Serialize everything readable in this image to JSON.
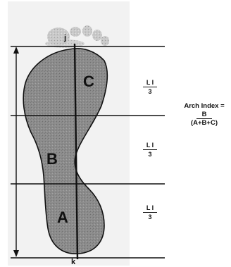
{
  "regions": {
    "a": "A",
    "b": "B",
    "c": "C"
  },
  "points": {
    "top": "j",
    "bottom": "k"
  },
  "fractions": [
    {
      "numerator": "L I",
      "denominator": "3"
    },
    {
      "numerator": "L I",
      "denominator": "3"
    },
    {
      "numerator": "L I",
      "denominator": "3"
    }
  ],
  "formula": {
    "title": "Arch Index =",
    "numerator": "B",
    "denominator": "(A+B+C)"
  },
  "colors": {
    "footprint_fill": "#8c8c8c",
    "toe_fill": "#c4c4c4",
    "line": "#111111",
    "paper": "#f2f2f2"
  }
}
